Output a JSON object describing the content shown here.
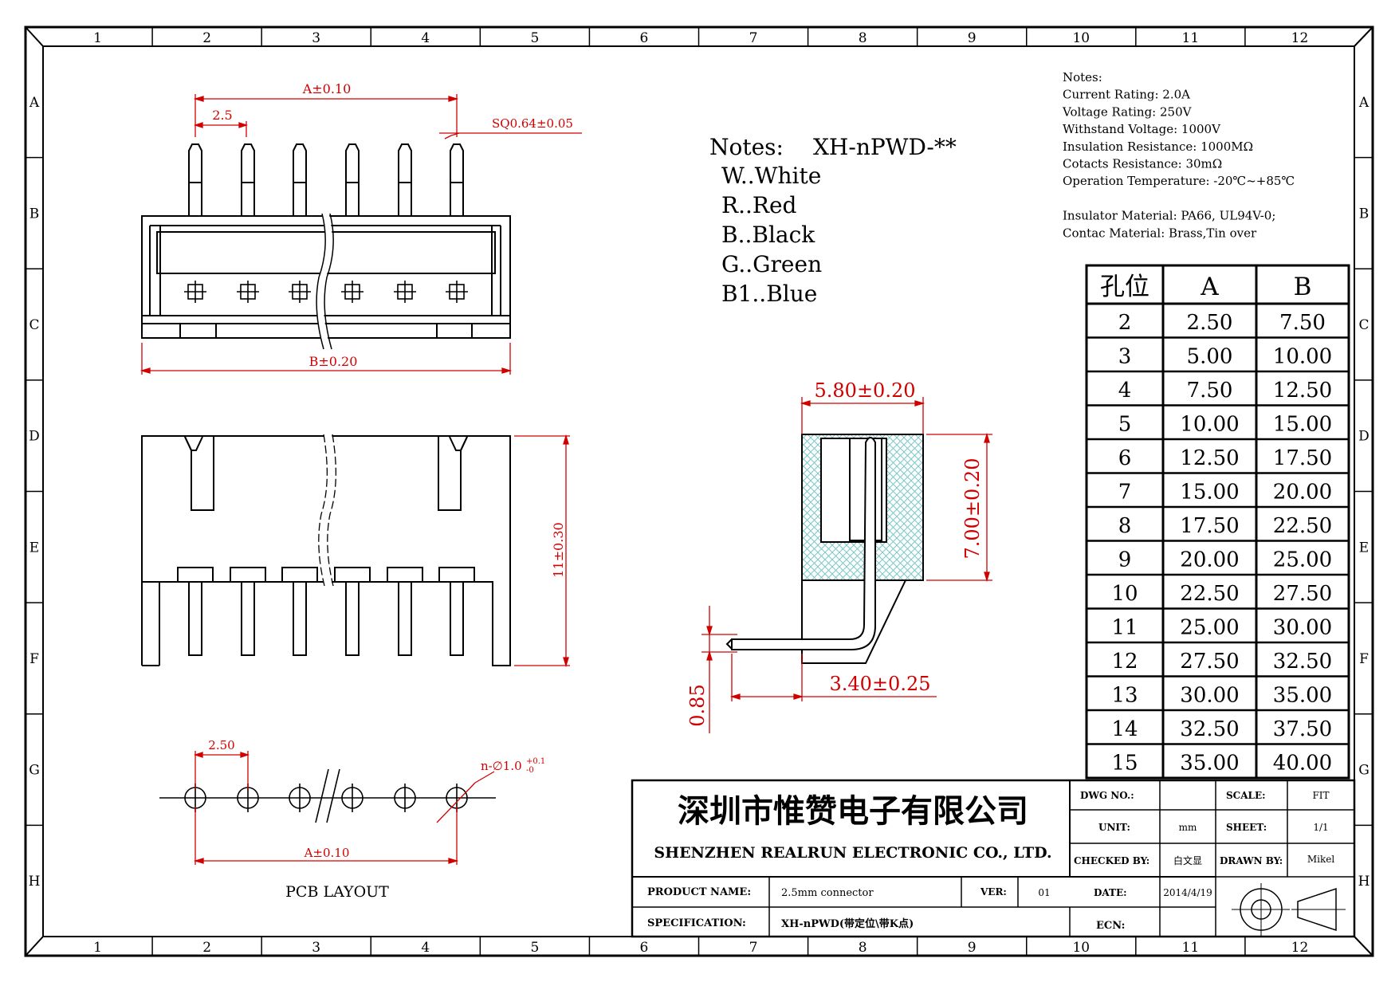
{
  "border": {
    "columns": [
      "1",
      "2",
      "3",
      "4",
      "5",
      "6",
      "7",
      "8",
      "9",
      "10",
      "11",
      "12"
    ],
    "rows": [
      "A",
      "B",
      "C",
      "D",
      "E",
      "F",
      "G",
      "H"
    ]
  },
  "views": {
    "a_dim": "A±0.10",
    "pitch": "2.5",
    "sq_pin": "SQ0.64±0.05",
    "b_dim": "B±0.20",
    "height_dim": "11±0.30",
    "width_dim": "5.80±0.20",
    "side_height": "7.00±0.20",
    "tail_dim": "3.40±0.25",
    "thickness": "0.85"
  },
  "pcb": {
    "pitch": "2.50",
    "hole": "n-∅1.0",
    "hole_tol_plus": "+0.1",
    "hole_tol_minus": "-0",
    "a_dim": "A±0.10",
    "title": "PCB LAYOUT"
  },
  "color_notes": {
    "title": "Notes:",
    "model": "XH-nPWD-**",
    "items": [
      "W..White",
      "R..Red",
      "B..Black",
      "G..Green",
      "B1..Blue"
    ]
  },
  "spec_notes": [
    "Notes:",
    "Current Rating: 2.0A",
    "Voltage Rating: 250V",
    "Withstand Voltage: 1000V",
    "Insulation Resistance: 1000MΩ",
    "Cotacts Resistance: 30mΩ",
    "Operation Temperature: -20℃~+85℃",
    "",
    "Insulator Material: PA66, UL94V-0;",
    "Contac Material: Brass,Tin over"
  ],
  "dim_table": {
    "headers": [
      "孔位",
      "A",
      "B"
    ],
    "rows": [
      [
        "2",
        "2.50",
        "7.50"
      ],
      [
        "3",
        "5.00",
        "10.00"
      ],
      [
        "4",
        "7.50",
        "12.50"
      ],
      [
        "5",
        "10.00",
        "15.00"
      ],
      [
        "6",
        "12.50",
        "17.50"
      ],
      [
        "7",
        "15.00",
        "20.00"
      ],
      [
        "8",
        "17.50",
        "22.50"
      ],
      [
        "9",
        "20.00",
        "25.00"
      ],
      [
        "10",
        "22.50",
        "27.50"
      ],
      [
        "11",
        "25.00",
        "30.00"
      ],
      [
        "12",
        "27.50",
        "32.50"
      ],
      [
        "13",
        "30.00",
        "35.00"
      ],
      [
        "14",
        "32.50",
        "37.50"
      ],
      [
        "15",
        "35.00",
        "40.00"
      ]
    ]
  },
  "title_block": {
    "company_cn": "深圳市惟赞电子有限公司",
    "company_en": "SHENZHEN REALRUN ELECTRONIC CO., LTD.",
    "dwg_no_label": "DWG NO.:",
    "dwg_no": "",
    "scale_label": "SCALE:",
    "scale": "FIT",
    "unit_label": "UNIT:",
    "unit": "mm",
    "sheet_label": "SHEET:",
    "sheet": "1/1",
    "checked_label": "CHECKED BY:",
    "checked": "白文显",
    "drawn_label": "DRAWN BY:",
    "drawn": "Mikel",
    "product_label": "PRODUCT NAME:",
    "product": "2.5mm connector",
    "ver_label": "VER:",
    "ver": "01",
    "date_label": "DATE:",
    "date": "2014/4/19",
    "spec_label": "SPECIFICATION:",
    "spec": "XH-nPWD(带定位\\带K点)",
    "ecn_label": "ECN:",
    "ecn": ""
  }
}
